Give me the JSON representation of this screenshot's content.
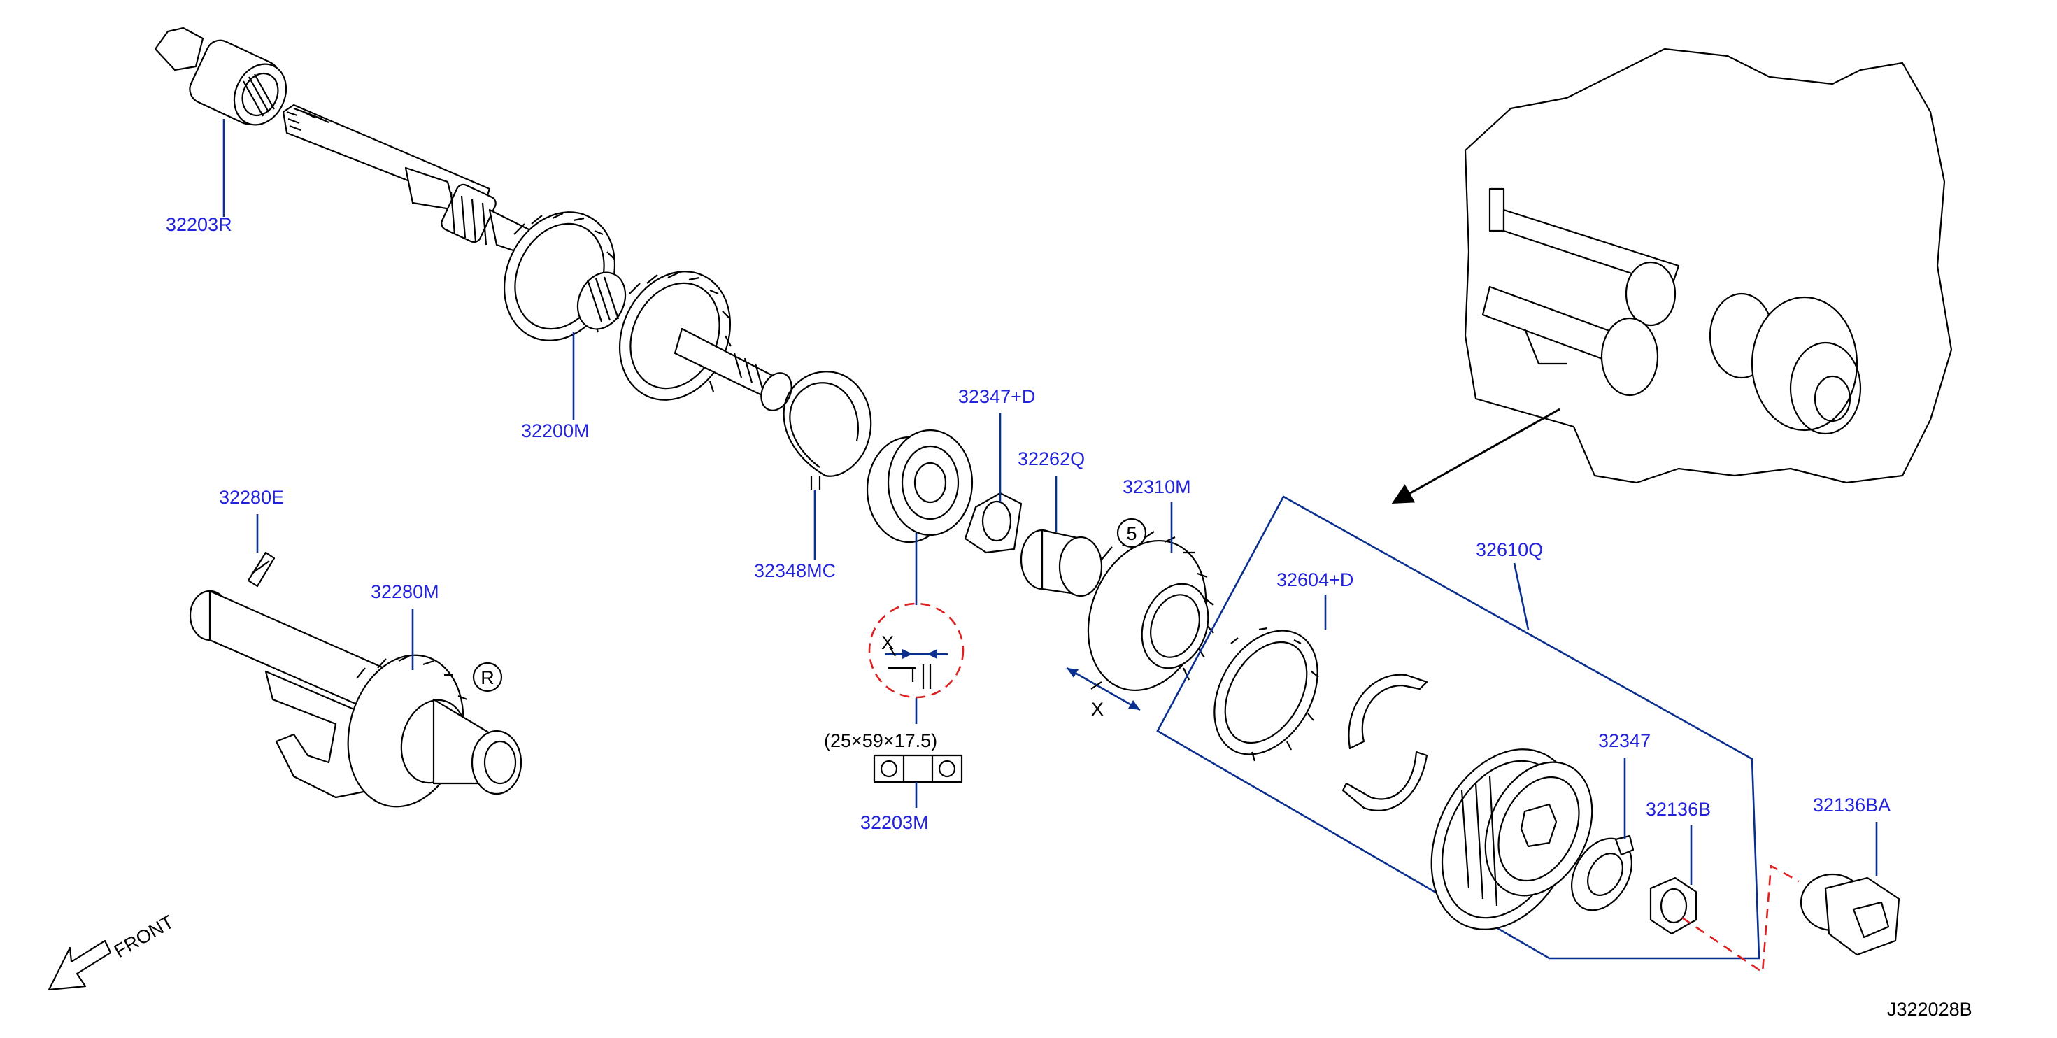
{
  "diagram_code": "J322028B",
  "front_label": "FRONT",
  "dimension_label": "X",
  "bearing_size": "(25×59×17.5)",
  "marks": {
    "circle_5": "5",
    "circle_r": "R"
  },
  "colors": {
    "label": "#2222dd",
    "leader": "#0a2f8f",
    "highlight": "#e02020",
    "line": "#000000"
  },
  "parts": [
    {
      "id": "32203R"
    },
    {
      "id": "32200M"
    },
    {
      "id": "32348MC"
    },
    {
      "id": "32347+D"
    },
    {
      "id": "32262Q"
    },
    {
      "id": "32310M"
    },
    {
      "id": "32610Q"
    },
    {
      "id": "32604+D"
    },
    {
      "id": "32347"
    },
    {
      "id": "32136B"
    },
    {
      "id": "32136BA"
    },
    {
      "id": "32280E"
    },
    {
      "id": "32280M"
    },
    {
      "id": "32203M"
    }
  ]
}
